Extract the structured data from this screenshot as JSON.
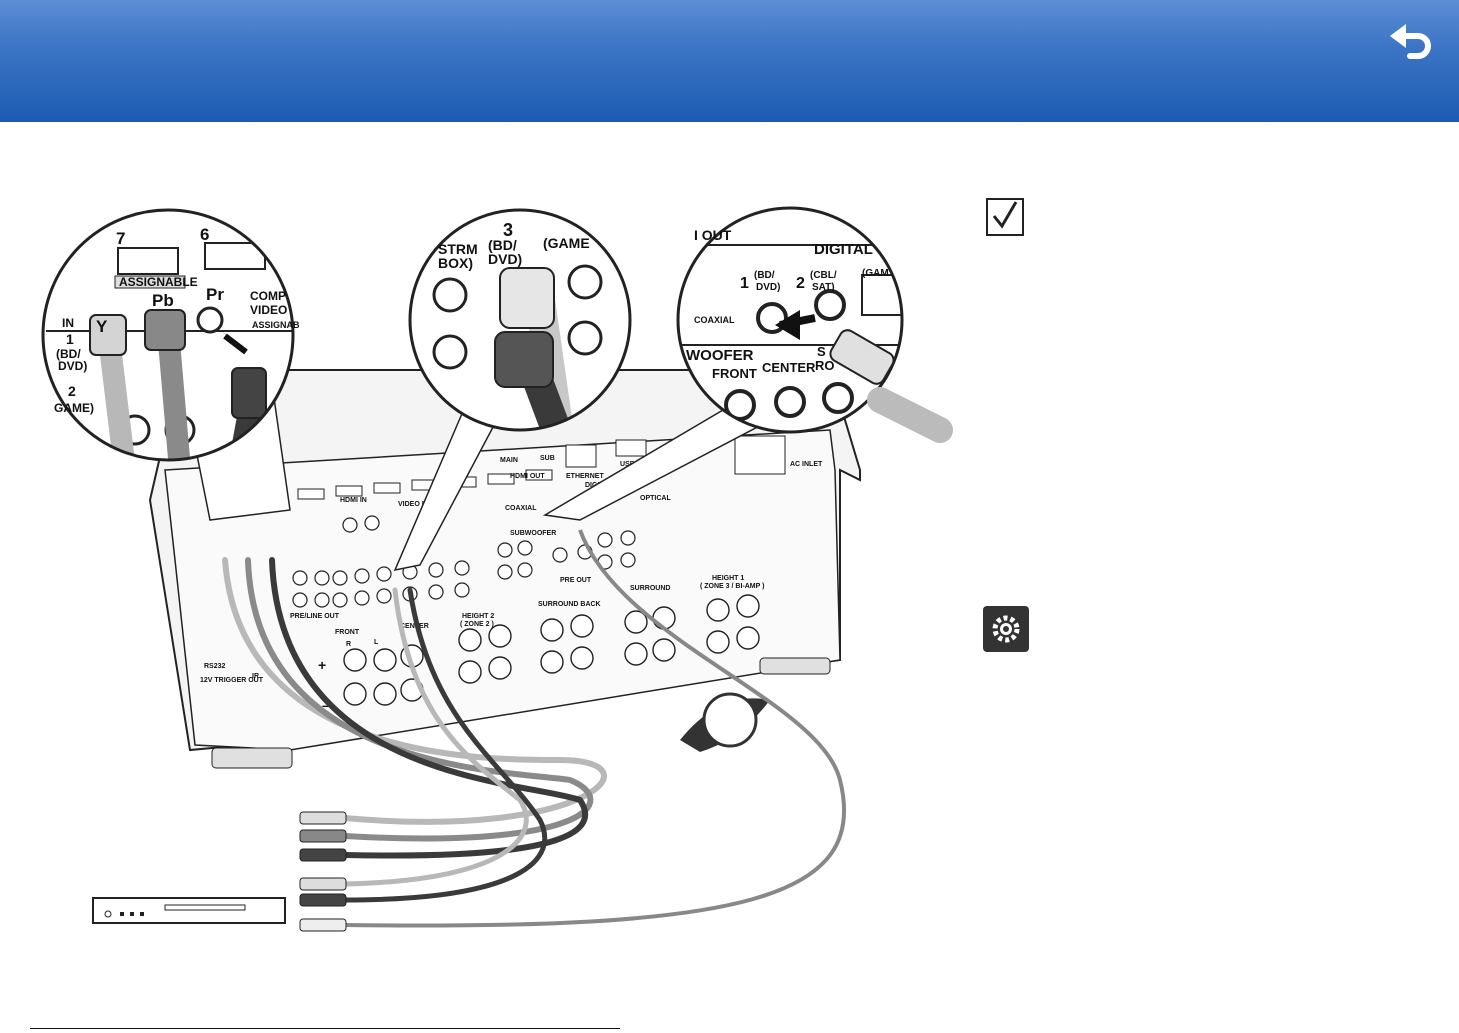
{
  "header": {
    "back_icon": "back-arrow-icon"
  },
  "colors": {
    "header_top": "#5b8fd6",
    "header_bottom": "#1c5bb3",
    "cable_gray": "#b8b8b8",
    "cable_dark": "#3a3a3a"
  },
  "figure": {
    "lens_hdmi": {
      "port_7": "7",
      "port_6": "6",
      "assignable": "ASSIGNABLE",
      "y": "Y",
      "pb": "Pb",
      "pr": "Pr",
      "component": "COMP",
      "video": "VIDEO",
      "assignable_tag": "ASSIGNAB",
      "in": "IN",
      "in_1": "1",
      "bd": "(BD/",
      "dvd": "DVD)",
      "in_2": "2",
      "game": "GAME)"
    },
    "lens_video": {
      "in_3": "3",
      "bd": "(BD/",
      "dvd": "DVD)",
      "strm": "STRM",
      "box": "BOX)",
      "game": "(GAME"
    },
    "lens_digital": {
      "out": "I OUT",
      "digital": "DIGITAL",
      "coaxial": "COAXIAL",
      "d1": "1",
      "bd": "(BD/",
      "dvd": "DVD)",
      "d2": "2",
      "cbl": "(CBL/",
      "sat": "SAT)",
      "gam": "(GAM",
      "woofer": "WOOFER",
      "front": "FRONT",
      "center": "CENTER",
      "s": "S",
      "ro": "RO"
    },
    "panel": {
      "hdmi_in": "HDMI IN",
      "video_in": "VIDEO IN",
      "digital_in": "DIGITAL IN",
      "front": "FRONT",
      "center": "CENTER",
      "surround": "SURROUND",
      "surround_back": "SURROUND BACK",
      "height2": "HEIGHT 2",
      "height1": "HEIGHT 1",
      "zone2": "( ZONE 2 )",
      "zone3_biamp": "( ZONE 3 / BI-AMP )",
      "subwoofer": "SUBWOOFER",
      "pre_out": "PRE OUT",
      "pre_line_out": "PRE/LINE OUT",
      "rs232": "RS232",
      "ethernet": "ETHERNET",
      "usb": "USB",
      "ac_inlet": "AC INLET",
      "trigger": "12V TRIGGER OUT",
      "ir": "IR",
      "coaxial": "COAXIAL",
      "optical": "OPTICAL",
      "hdmi_out": "HDMI OUT",
      "main": "MAIN",
      "sub": "SUB",
      "r": "R",
      "l": "L",
      "plus": "+",
      "minus": "–"
    }
  },
  "side_icons": {
    "check": "checkbox-checked-icon",
    "setup": "gear-icon"
  }
}
